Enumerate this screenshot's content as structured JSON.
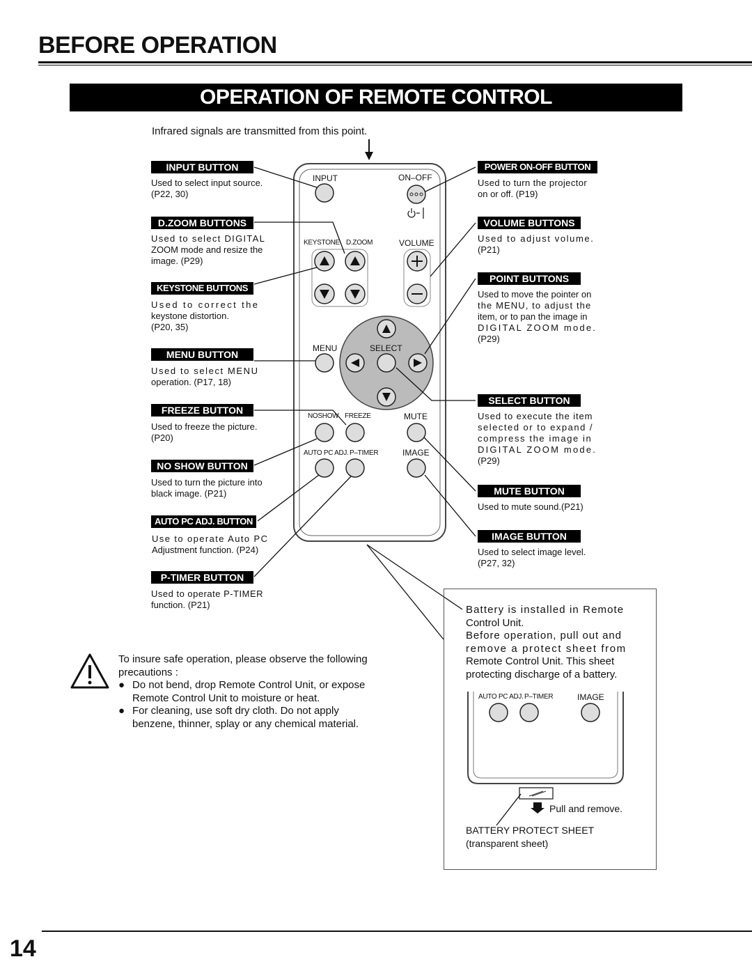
{
  "header": {
    "title": "BEFORE OPERATION"
  },
  "banner": {
    "title": "OPERATION OF REMOTE CONTROL"
  },
  "ir_note": "Infrared signals are transmitted from this point.",
  "left_sections": [
    {
      "tag": "INPUT BUTTON",
      "desc_lines": [
        "Used to select input source.",
        "(P22, 30)"
      ]
    },
    {
      "tag": "D.ZOOM BUTTONS",
      "desc_lines": [
        "Used to select DIGITAL",
        "ZOOM mode and resize the",
        "image. (P29)"
      ]
    },
    {
      "tag": "KEYSTONE BUTTONS",
      "desc_lines": [
        "Used to correct the",
        "keystone distortion.",
        "(P20, 35)"
      ]
    },
    {
      "tag": "MENU BUTTON",
      "desc_lines": [
        "Used to select MENU",
        "operation. (P17, 18)"
      ]
    },
    {
      "tag": "FREEZE BUTTON",
      "desc_lines": [
        "Used to freeze the picture.",
        "(P20)"
      ]
    },
    {
      "tag": "NO SHOW BUTTON",
      "desc_lines": [
        "Used to turn the picture into",
        "black image. (P21)"
      ]
    },
    {
      "tag": "AUTO PC ADJ. BUTTON",
      "desc_lines": [
        "Use to operate Auto PC",
        "Adjustment function. (P24)"
      ]
    },
    {
      "tag": "P-TIMER BUTTON",
      "desc_lines": [
        "Used to operate P-TIMER",
        "function. (P21)"
      ]
    }
  ],
  "right_sections": [
    {
      "tag": "POWER ON-OFF BUTTON",
      "desc_lines": [
        "Used to turn the projector",
        "on or off. (P19)"
      ]
    },
    {
      "tag": "VOLUME BUTTONS",
      "desc_lines": [
        "Used to adjust volume.",
        "(P21)"
      ]
    },
    {
      "tag": "POINT BUTTONS",
      "desc_lines": [
        "Used to move the pointer on",
        "the MENU, to adjust the",
        "item, or to pan the image in",
        "DIGITAL ZOOM mode.",
        "(P29)"
      ]
    },
    {
      "tag": "SELECT BUTTON",
      "desc_lines": [
        "Used to execute the item",
        "selected or to expand /",
        "compress the image in",
        "DIGITAL ZOOM mode.",
        "(P29)"
      ]
    },
    {
      "tag": "MUTE BUTTON",
      "desc_lines": [
        "Used to mute sound.(P21)"
      ]
    },
    {
      "tag": "IMAGE BUTTON",
      "desc_lines": [
        "Used to select image level.",
        "(P27, 32)"
      ]
    }
  ],
  "remote_labels": {
    "input": "INPUT",
    "on_off": "ON–OFF",
    "keystone": "KEYSTONE",
    "dzoom": "D.ZOOM",
    "volume": "VOLUME",
    "menu": "MENU",
    "select": "SELECT",
    "noshow": "NOSHOW",
    "freeze": "FREEZE",
    "mute": "MUTE",
    "autopc": "AUTO PC ADJ.",
    "ptimer": "P–TIMER",
    "image": "IMAGE"
  },
  "battery": {
    "lines": [
      "Battery is installed in Remote",
      "Control Unit.",
      "Before operation, pull out and",
      "remove a protect sheet from",
      "Remote Control Unit. This sheet",
      "protecting discharge of a battery."
    ],
    "detail_labels": {
      "autopc": "AUTO PC ADJ.",
      "ptimer": "P–TIMER",
      "image": "IMAGE"
    },
    "pull_label": "Pull and remove.",
    "sheet_label": "BATTERY PROTECT SHEET",
    "sheet_note": "(transparent sheet)"
  },
  "warning": {
    "icon": "warning-triangle-icon",
    "intro_lines": [
      "To insure safe operation, please observe the following",
      "precautions :"
    ],
    "bullets": [
      [
        "Do not bend, drop Remote Control Unit, or expose",
        "Remote Control Unit to moisture or heat."
      ],
      [
        "For cleaning, use soft dry cloth.   Do not apply",
        "benzene, thinner, splay or any chemical material."
      ]
    ]
  },
  "page_number": "14"
}
